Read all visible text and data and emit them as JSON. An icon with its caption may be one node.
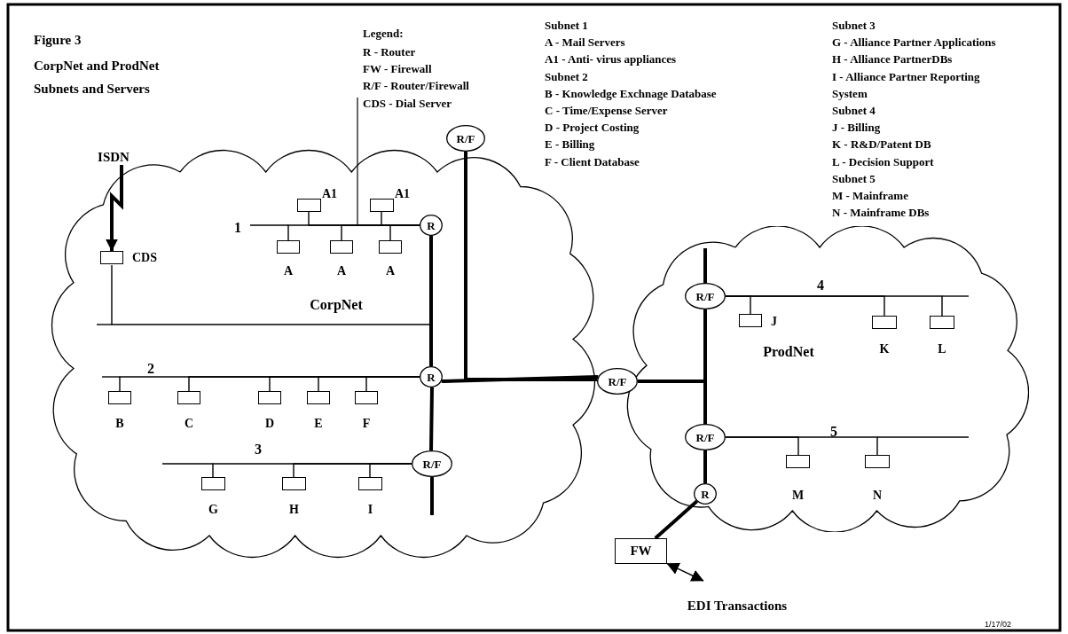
{
  "diagram": {
    "title": "CorpNet and ProdNet Subnets and Servers",
    "nodes": [
      {
        "text": [
          "CorpNet"
        ]
      },
      {
        "text": [
          "ProdNet"
        ]
      },
      {
        "text": [
          "ISDN"
        ]
      },
      {
        "text": [
          "R/F"
        ]
      },
      {
        "text": [
          "CDS"
        ],
        "in": 0
      },
      {
        "text": [
          "A1"
        ],
        "in": 0
      },
      {
        "text": [
          "A1"
        ],
        "in": 0
      },
      {
        "text": [
          "R"
        ],
        "in": 0
      },
      {
        "text": [
          "A"
        ],
        "in": 0
      },
      {
        "text": [
          "A"
        ],
        "in": 0
      },
      {
        "text": [
          "A"
        ],
        "in": 0
      },
      {
        "text": [
          "B"
        ],
        "in": 0
      },
      {
        "text": [
          "C"
        ],
        "in": 0
      },
      {
        "text": [
          "D"
        ],
        "in": 0
      },
      {
        "text": [
          "E"
        ],
        "in": 0
      },
      {
        "text": [
          "F"
        ],
        "in": 0
      },
      {
        "text": [
          "R"
        ],
        "in": 0
      },
      {
        "text": [
          "R/F"
        ]
      },
      {
        "text": [
          "R/F"
        ],
        "in": 0
      },
      {
        "text": [
          "G"
        ],
        "in": 0
      },
      {
        "text": [
          "H"
        ],
        "in": 0
      },
      {
        "text": [
          "I"
        ],
        "in": 0
      },
      {
        "text": [
          "R/F"
        ],
        "in": 1
      },
      {
        "text": [
          "J"
        ],
        "in": 1
      },
      {
        "text": [
          "K"
        ],
        "in": 1
      },
      {
        "text": [
          "L"
        ],
        "in": 1
      },
      {
        "text": [
          "R/F"
        ],
        "in": 1
      },
      {
        "text": [
          "M"
        ],
        "in": 1
      },
      {
        "text": [
          "N"
        ],
        "in": 1
      },
      {
        "text": [
          "R"
        ],
        "in": 1
      },
      {
        "text": [
          "FW"
        ]
      }
    ],
    "edges": [
      {
        "from": 2,
        "to": 4,
        "arrow": "to",
        "style": "thick"
      },
      {
        "from": 4,
        "to": 16,
        "arrow": "none"
      },
      {
        "from": 5,
        "to": 7,
        "arrow": "none"
      },
      {
        "from": 6,
        "to": 7,
        "arrow": "none"
      },
      {
        "from": 8,
        "to": 7,
        "arrow": "none"
      },
      {
        "from": 9,
        "to": 7,
        "arrow": "none"
      },
      {
        "from": 10,
        "to": 7,
        "arrow": "none"
      },
      {
        "from": 11,
        "to": 16,
        "arrow": "none"
      },
      {
        "from": 12,
        "to": 16,
        "arrow": "none"
      },
      {
        "from": 13,
        "to": 16,
        "arrow": "none"
      },
      {
        "from": 14,
        "to": 16,
        "arrow": "none"
      },
      {
        "from": 15,
        "to": 16,
        "arrow": "none"
      },
      {
        "from": 7,
        "to": 16,
        "arrow": "none",
        "style": "thick"
      },
      {
        "from": 16,
        "to": 18,
        "arrow": "none",
        "style": "thick"
      },
      {
        "from": 19,
        "to": 18,
        "arrow": "none"
      },
      {
        "from": 20,
        "to": 18,
        "arrow": "none"
      },
      {
        "from": 21,
        "to": 18,
        "arrow": "none"
      },
      {
        "from": 16,
        "to": 17,
        "arrow": "none",
        "style": "thick"
      },
      {
        "from": 3,
        "to": 17,
        "arrow": "none",
        "style": "thick"
      },
      {
        "from": 17,
        "to": 26,
        "arrow": "none",
        "style": "thick"
      },
      {
        "from": 22,
        "to": 26,
        "arrow": "none",
        "style": "thick"
      },
      {
        "from": 23,
        "to": 22,
        "arrow": "none"
      },
      {
        "from": 24,
        "to": 22,
        "arrow": "none"
      },
      {
        "from": 25,
        "to": 22,
        "arrow": "none"
      },
      {
        "from": 27,
        "to": 26,
        "arrow": "none"
      },
      {
        "from": 28,
        "to": 26,
        "arrow": "none"
      },
      {
        "from": 26,
        "to": 29,
        "arrow": "none",
        "style": "thick"
      },
      {
        "from": 29,
        "to": 30,
        "arrow": "none",
        "style": "thick"
      },
      {
        "from": 30,
        "to": null,
        "arrow": "both"
      }
    ],
    "labels": [
      "Figure 3",
      "Legend:",
      "Subnet 1",
      "A - Mail Servers",
      "A1 - Anti- virus appliances",
      "Subnet 2",
      "B - Knowledge Exchnage Database",
      "C - Time/Expense Server",
      "D - Project Costing",
      "E - Billing",
      "F - Client Database",
      "Subnet 3",
      "G - Alliance Partner Applications",
      "H - Alliance PartnerDBs",
      "I - Alliance Partner Reporting System",
      "Subnet 4",
      "J - Billing",
      "K - R&D/Patent DB",
      "L - Decision Support",
      "Subnet 5",
      "M - Mainframe",
      "N - Mainframe DBs",
      "1",
      "2",
      "3",
      "4",
      "5",
      "EDI Transactions",
      "1/17/02"
    ],
    "legend": [
      {
        "text": "R - Router"
      },
      {
        "text": "FW - Firewall"
      },
      {
        "text": "R/F - Router/Firewall"
      },
      {
        "text": "CDS - Dial Server"
      }
    ]
  }
}
